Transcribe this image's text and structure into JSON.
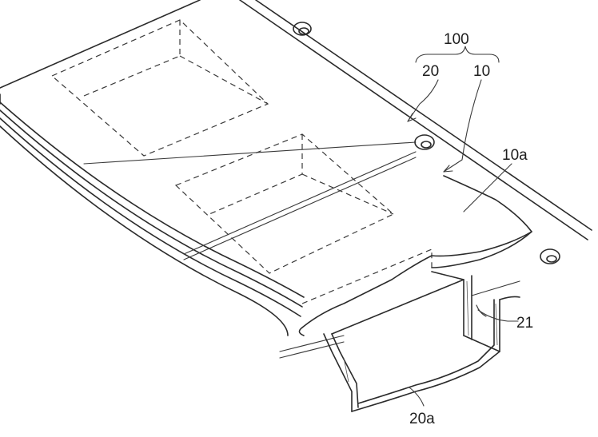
{
  "labels": {
    "assembly": "100",
    "part_upper": "20",
    "part_lower": "10",
    "face_10a": "10a",
    "channel": "21",
    "face_20a": "20a"
  }
}
